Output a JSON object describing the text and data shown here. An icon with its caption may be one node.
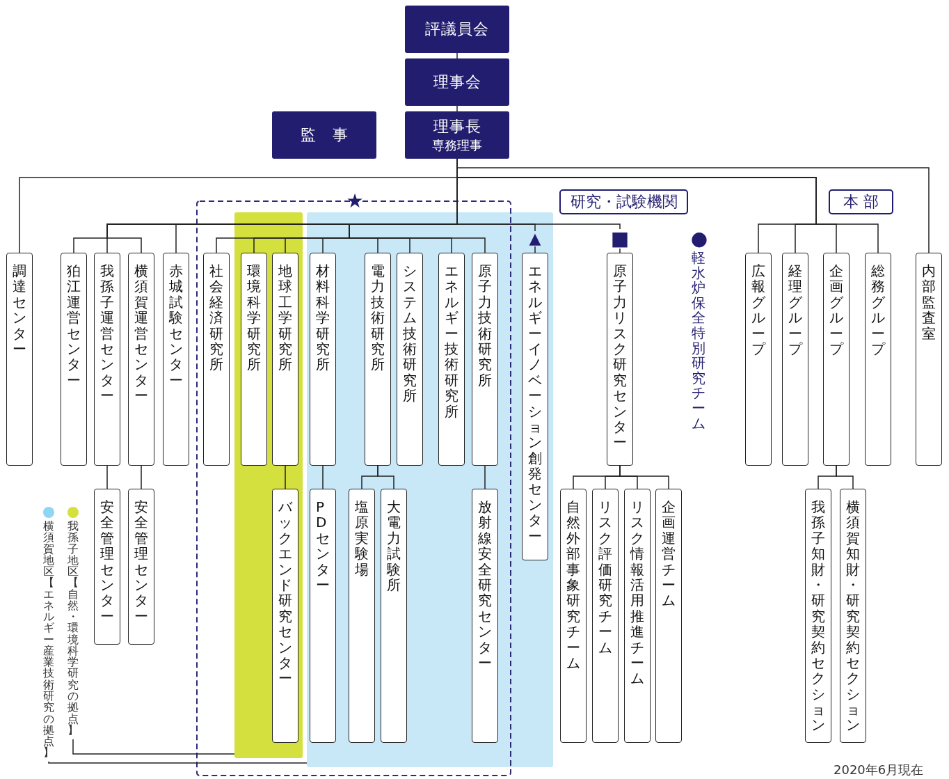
{
  "diagram": {
    "nodes": [
      {
        "text": [
          "評議員会"
        ]
      },
      {
        "text": [
          "理事会"
        ]
      },
      {
        "text": [
          "監　事"
        ]
      },
      {
        "text": [
          "理事長",
          "専務理事"
        ]
      },
      {
        "text": [
          "研究・試験機関"
        ]
      },
      {
        "text": [
          "本 部"
        ]
      },
      {
        "text": [
          "調達センター"
        ]
      },
      {
        "text": [
          "狛江運営センター"
        ]
      },
      {
        "text": [
          "我孫子運営センター"
        ]
      },
      {
        "text": [
          "横須賀運営センター"
        ]
      },
      {
        "text": [
          "赤城試験センター"
        ]
      },
      {
        "text": [
          "社会経済研究所"
        ]
      },
      {
        "text": [],
        "shape": "box"
      },
      {
        "text": [
          "環境科学研究所"
        ],
        "in": 12
      },
      {
        "text": [
          "地球工学研究所"
        ],
        "in": 12
      },
      {
        "text": [],
        "shape": "box"
      },
      {
        "text": [
          "材料科学研究所"
        ],
        "in": 15
      },
      {
        "text": [
          "電力技術研究所"
        ],
        "in": 15
      },
      {
        "text": [
          "システム技術研究所"
        ],
        "in": 15
      },
      {
        "text": [
          "エネルギー技術研究所"
        ],
        "in": 15
      },
      {
        "text": [
          "原子力技術研究所"
        ],
        "in": 15
      },
      {
        "text": [
          "エネルギーイノベーション創発センター"
        ],
        "in": 15
      },
      {
        "text": [
          "原子力リスク研究センター"
        ]
      },
      {
        "text": [
          "広報グループ"
        ]
      },
      {
        "text": [
          "経理グループ"
        ]
      },
      {
        "text": [
          "企画グループ"
        ]
      },
      {
        "text": [
          "総務グループ"
        ]
      },
      {
        "text": [
          "内部監査室"
        ]
      },
      {
        "text": [
          "安全管理センター"
        ]
      },
      {
        "text": [
          "安全管理センター"
        ]
      },
      {
        "text": [
          "バックエンド研究センター"
        ],
        "in": 12
      },
      {
        "text": [
          "PDセンター"
        ],
        "in": 15
      },
      {
        "text": [
          "塩原実験場"
        ],
        "in": 15
      },
      {
        "text": [
          "大電力試験所"
        ],
        "in": 15
      },
      {
        "text": [
          "放射線安全研究センター"
        ],
        "in": 15
      },
      {
        "text": [
          "自然外部事象研究チーム"
        ]
      },
      {
        "text": [
          "リスク評価研究チーム"
        ]
      },
      {
        "text": [
          "リスク情報活用推進チーム"
        ]
      },
      {
        "text": [
          "企画運営チーム"
        ]
      },
      {
        "text": [
          "我孫子知財・研究契約セクション"
        ]
      },
      {
        "text": [
          "横須賀知財・研究契約セクション"
        ]
      },
      {
        "text": [
          "横須賀地区【エネルギー産業技術研究の拠点】"
        ]
      },
      {
        "text": [
          "我孫子地区【自然・環境科学研究の拠点】"
        ]
      }
    ],
    "edges": [
      {
        "from": 0,
        "to": 1,
        "arrow": "none"
      },
      {
        "from": 1,
        "to": 3,
        "arrow": "none"
      },
      {
        "from": 3,
        "to": 6,
        "arrow": "none"
      },
      {
        "from": 3,
        "to": 27,
        "arrow": "none"
      },
      {
        "from": 3,
        "to": 23,
        "arrow": "none"
      },
      {
        "from": 3,
        "to": 24,
        "arrow": "none"
      },
      {
        "from": 3,
        "to": 25,
        "arrow": "none"
      },
      {
        "from": 3,
        "to": 26,
        "arrow": "none"
      },
      {
        "from": 3,
        "to": 7,
        "arrow": "none"
      },
      {
        "from": 3,
        "to": 8,
        "arrow": "none"
      },
      {
        "from": 3,
        "to": 9,
        "arrow": "none"
      },
      {
        "from": 3,
        "to": 10,
        "arrow": "none"
      },
      {
        "from": 3,
        "to": 11,
        "arrow": "none"
      },
      {
        "from": 3,
        "to": 13,
        "arrow": "none"
      },
      {
        "from": 3,
        "to": 14,
        "arrow": "none"
      },
      {
        "from": 3,
        "to": 16,
        "arrow": "none"
      },
      {
        "from": 3,
        "to": 17,
        "arrow": "none"
      },
      {
        "from": 3,
        "to": 18,
        "arrow": "none"
      },
      {
        "from": 3,
        "to": 19,
        "arrow": "none"
      },
      {
        "from": 3,
        "to": 20,
        "arrow": "none"
      },
      {
        "from": 3,
        "to": 21,
        "arrow": "none"
      },
      {
        "from": 3,
        "to": 22,
        "arrow": "none"
      },
      {
        "from": 8,
        "to": 28,
        "arrow": "none"
      },
      {
        "from": 9,
        "to": 29,
        "arrow": "none"
      },
      {
        "from": 14,
        "to": 30,
        "arrow": "none"
      },
      {
        "from": 16,
        "to": 31,
        "arrow": "none"
      },
      {
        "from": 17,
        "to": 32,
        "arrow": "none"
      },
      {
        "from": 17,
        "to": 33,
        "arrow": "none"
      },
      {
        "from": 20,
        "to": 34,
        "arrow": "none"
      },
      {
        "from": 22,
        "to": 35,
        "arrow": "none"
      },
      {
        "from": 22,
        "to": 36,
        "arrow": "none"
      },
      {
        "from": 22,
        "to": 37,
        "arrow": "none"
      },
      {
        "from": 22,
        "to": 38,
        "arrow": "none"
      },
      {
        "from": 25,
        "to": 39,
        "arrow": "none"
      },
      {
        "from": 25,
        "to": 40,
        "arrow": "none"
      },
      {
        "from": 41,
        "to": 15,
        "arrow": "none"
      },
      {
        "from": 42,
        "to": 12,
        "arrow": "none"
      }
    ],
    "labels": [
      "★",
      "▲",
      "■",
      "●",
      "軽水炉保全特別研究チーム",
      "2020年6月現在"
    ]
  }
}
